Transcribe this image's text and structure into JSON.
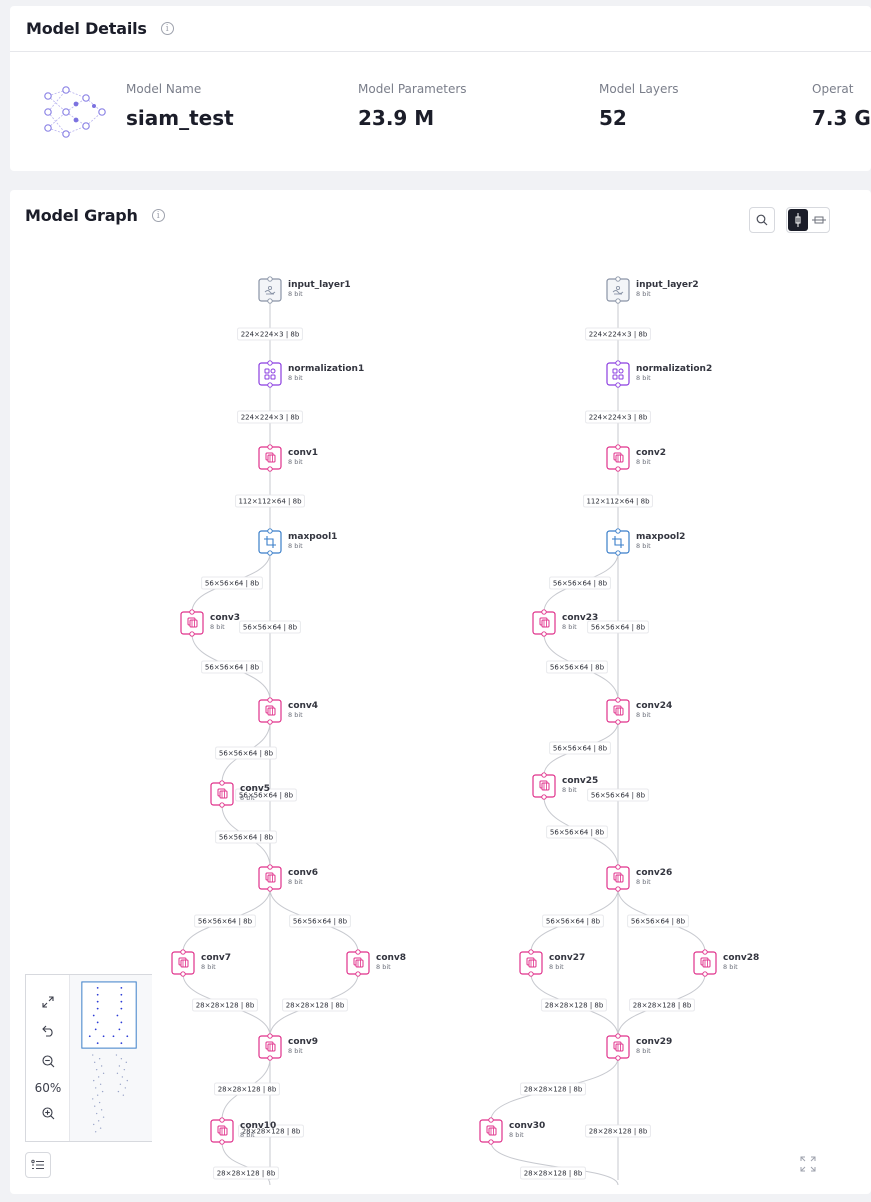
{
  "details": {
    "title": "Model Details",
    "stats": [
      {
        "label": "Model Name",
        "value": "siam_test"
      },
      {
        "label": "Model Parameters",
        "value": "23.9 M"
      },
      {
        "label": "Model Layers",
        "value": "52"
      },
      {
        "label": "Operat",
        "value": "7.3 G"
      }
    ]
  },
  "graph": {
    "title": "Model Graph",
    "zoom_level": "60%",
    "icons": {
      "info": "info-icon",
      "search": "search-icon",
      "view_vertical": "vertical-layout-icon",
      "view_horizontal": "horizontal-layout-icon",
      "expand": "expand-icon",
      "undo": "undo-icon",
      "zoom_out": "zoom-out-icon",
      "zoom_in": "zoom-in-icon",
      "legend": "legend-icon",
      "fit": "fit-view-icon"
    },
    "colors": {
      "input": "#8a94a6",
      "normalization": "#8b3ee0",
      "conv": "#e0318b",
      "maxpool": "#3a7ec9",
      "edge": "#c7c9cf"
    },
    "nodes": [
      {
        "name": "input_layer1",
        "bits": "8 bit",
        "kind": "input"
      },
      {
        "name": "normalization1",
        "bits": "8 bit",
        "kind": "normalization"
      },
      {
        "name": "conv1",
        "bits": "8 bit",
        "kind": "conv"
      },
      {
        "name": "maxpool1",
        "bits": "8 bit",
        "kind": "maxpool"
      },
      {
        "name": "conv3",
        "bits": "8 bit",
        "kind": "conv"
      },
      {
        "name": "conv4",
        "bits": "8 bit",
        "kind": "conv"
      },
      {
        "name": "conv5",
        "bits": "8 bit",
        "kind": "conv"
      },
      {
        "name": "conv6",
        "bits": "8 bit",
        "kind": "conv"
      },
      {
        "name": "conv7",
        "bits": "8 bit",
        "kind": "conv"
      },
      {
        "name": "conv8",
        "bits": "8 bit",
        "kind": "conv"
      },
      {
        "name": "conv9",
        "bits": "8 bit",
        "kind": "conv"
      },
      {
        "name": "conv10",
        "bits": "8 bit",
        "kind": "conv"
      },
      {
        "name": "input_layer2",
        "bits": "8 bit",
        "kind": "input"
      },
      {
        "name": "normalization2",
        "bits": "8 bit",
        "kind": "normalization"
      },
      {
        "name": "conv2",
        "bits": "8 bit",
        "kind": "conv"
      },
      {
        "name": "maxpool2",
        "bits": "8 bit",
        "kind": "maxpool"
      },
      {
        "name": "conv23",
        "bits": "8 bit",
        "kind": "conv"
      },
      {
        "name": "conv24",
        "bits": "8 bit",
        "kind": "conv"
      },
      {
        "name": "conv25",
        "bits": "8 bit",
        "kind": "conv"
      },
      {
        "name": "conv26",
        "bits": "8 bit",
        "kind": "conv"
      },
      {
        "name": "conv27",
        "bits": "8 bit",
        "kind": "conv"
      },
      {
        "name": "conv28",
        "bits": "8 bit",
        "kind": "conv"
      },
      {
        "name": "conv29",
        "bits": "8 bit",
        "kind": "conv"
      },
      {
        "name": "conv30",
        "bits": "8 bit",
        "kind": "conv"
      }
    ],
    "edges": [
      {
        "from": "input_layer1",
        "to": "normalization1",
        "label": "224×224×3 | 8b"
      },
      {
        "from": "normalization1",
        "to": "conv1",
        "label": "224×224×3 | 8b"
      },
      {
        "from": "conv1",
        "to": "maxpool1",
        "label": "112×112×64 | 8b"
      },
      {
        "from": "maxpool1",
        "to": "conv3",
        "label": "56×56×64 | 8b"
      },
      {
        "from": "maxpool1",
        "to": "conv4",
        "label": "56×56×64 | 8b"
      },
      {
        "from": "conv3",
        "to": "conv4",
        "label": "56×56×64 | 8b"
      },
      {
        "from": "conv4",
        "to": "conv5",
        "label": "56×56×64 | 8b"
      },
      {
        "from": "conv4",
        "to": "conv6",
        "label": "56×56×64 | 8b"
      },
      {
        "from": "conv5",
        "to": "conv6",
        "label": "56×56×64 | 8b"
      },
      {
        "from": "conv6",
        "to": "conv7",
        "label": "56×56×64 | 8b"
      },
      {
        "from": "conv6",
        "to": "conv8",
        "label": "56×56×64 | 8b"
      },
      {
        "from": "conv7",
        "to": "conv9",
        "label": "28×28×128 | 8b"
      },
      {
        "from": "conv8",
        "to": "conv9",
        "label": "28×28×128 | 8b"
      },
      {
        "from": "conv9",
        "to": "conv10",
        "label": "28×28×128 | 8b"
      },
      {
        "from": "conv9",
        "to": "",
        "label": "28×28×128 | 8b"
      },
      {
        "from": "conv10",
        "to": "",
        "label": "28×28×128 | 8b"
      },
      {
        "from": "input_layer2",
        "to": "normalization2",
        "label": "224×224×3 | 8b"
      },
      {
        "from": "normalization2",
        "to": "conv2",
        "label": "224×224×3 | 8b"
      },
      {
        "from": "conv2",
        "to": "maxpool2",
        "label": "112×112×64 | 8b"
      },
      {
        "from": "maxpool2",
        "to": "conv23",
        "label": "56×56×64 | 8b"
      },
      {
        "from": "maxpool2",
        "to": "conv24",
        "label": "56×56×64 | 8b"
      },
      {
        "from": "conv23",
        "to": "conv24",
        "label": "56×56×64 | 8b"
      },
      {
        "from": "conv24",
        "to": "conv25",
        "label": "56×56×64 | 8b"
      },
      {
        "from": "conv24",
        "to": "conv26",
        "label": "56×56×64 | 8b"
      },
      {
        "from": "conv25",
        "to": "conv26",
        "label": "56×56×64 | 8b"
      },
      {
        "from": "conv26",
        "to": "conv27",
        "label": "56×56×64 | 8b"
      },
      {
        "from": "conv26",
        "to": "conv28",
        "label": "56×56×64 | 8b"
      },
      {
        "from": "conv27",
        "to": "conv29",
        "label": "28×28×128 | 8b"
      },
      {
        "from": "conv28",
        "to": "conv29",
        "label": "28×28×128 | 8b"
      },
      {
        "from": "conv29",
        "to": "conv30",
        "label": "28×28×128 | 8b"
      },
      {
        "from": "conv29",
        "to": "",
        "label": "28×28×128 | 8b"
      },
      {
        "from": "conv30",
        "to": "",
        "label": "28×28×128 | 8b"
      }
    ]
  }
}
